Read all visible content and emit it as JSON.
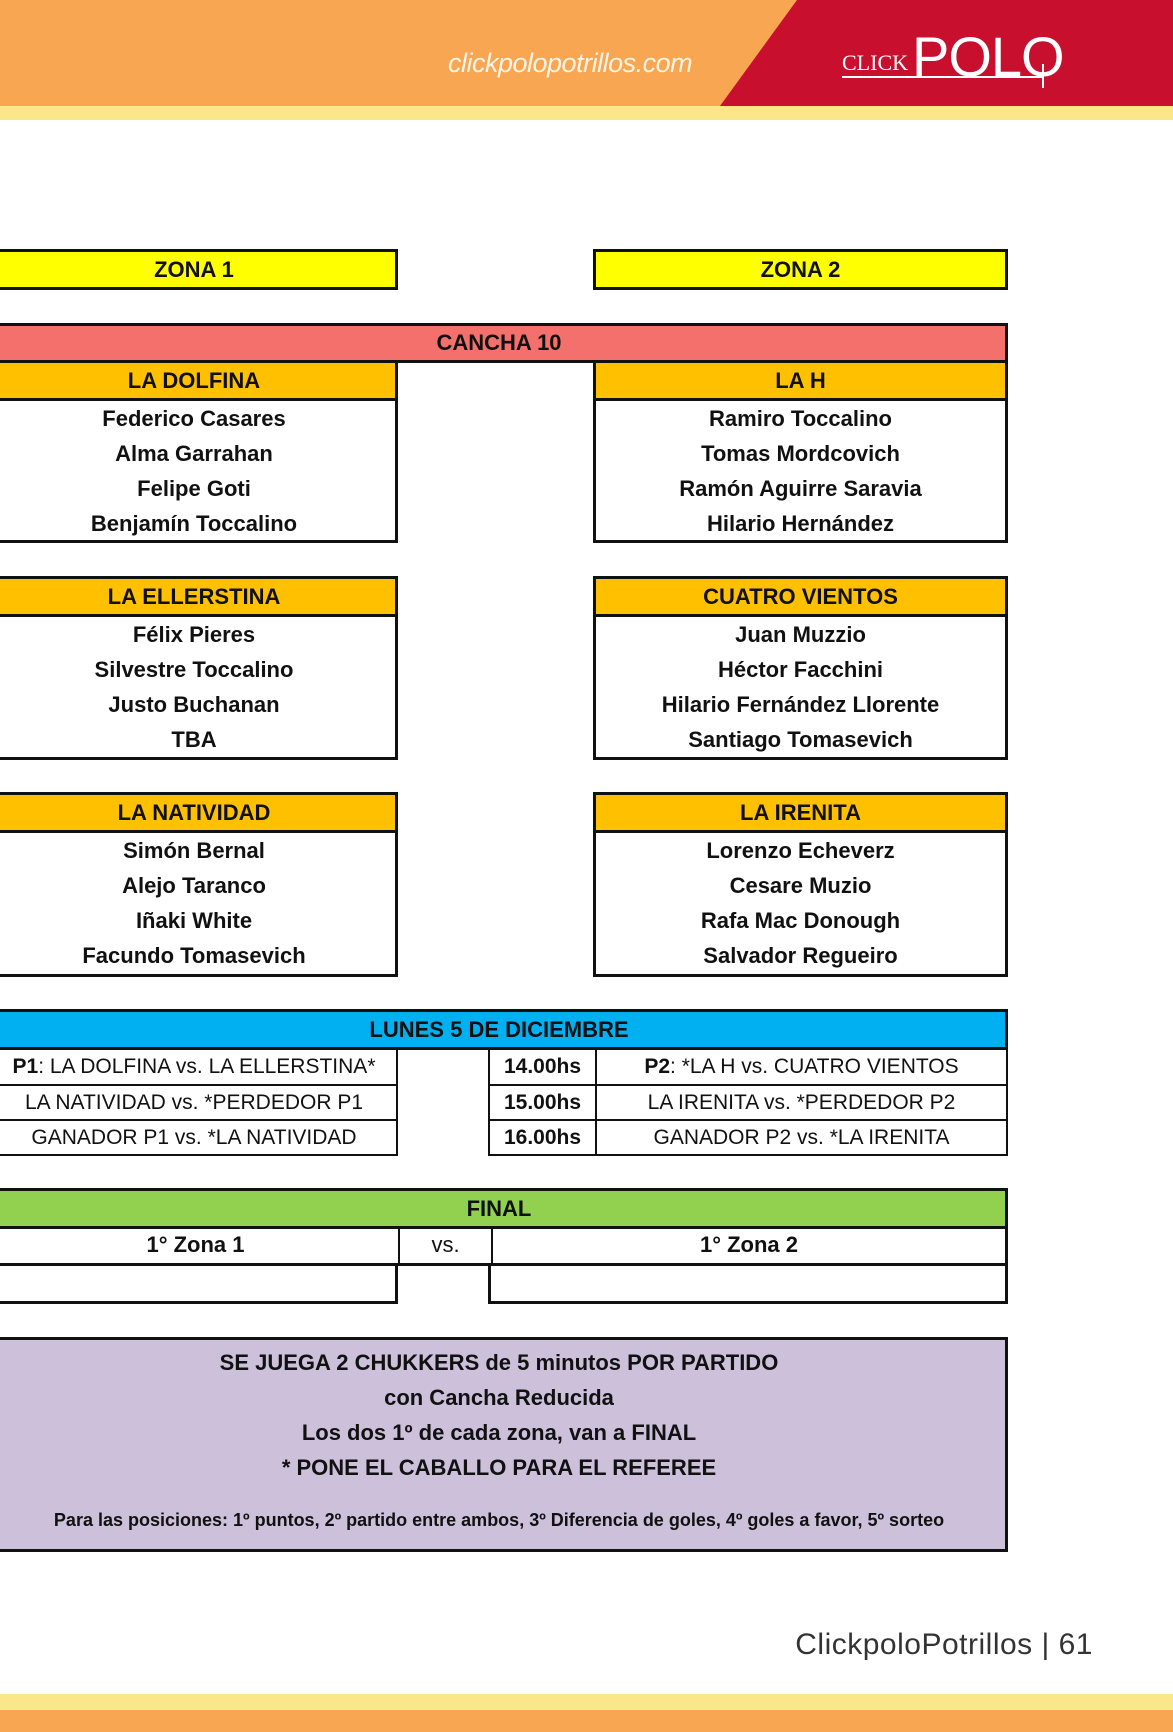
{
  "header": {
    "site_url": "clickpolopotrillos.com",
    "logo_small": "CLICK",
    "logo_big": "POLO",
    "colors": {
      "orange": "#f8a652",
      "red": "#c8102e",
      "yellow_stripe": "#fbe68a"
    }
  },
  "zones": {
    "zone1": "ZONA 1",
    "zone2": "ZONA 2"
  },
  "cancha": "CANCHA  10",
  "teams": {
    "dolfina": {
      "name": "LA DOLFINA",
      "players": [
        "Federico Casares",
        "Alma Garrahan",
        "Felipe Goti",
        "Benjamín Toccalino"
      ]
    },
    "h": {
      "name": "LA  H",
      "players": [
        "Ramiro Toccalino",
        "Tomas Mordcovich",
        "Ramón Aguirre Saravia",
        "Hilario Hernández"
      ]
    },
    "ellerstina": {
      "name": "LA ELLERSTINA",
      "players": [
        "Félix Pieres",
        "Silvestre Toccalino",
        "Justo Buchanan",
        "TBA"
      ]
    },
    "cuatro": {
      "name": "CUATRO VIENTOS",
      "players": [
        "Juan Muzzio",
        "Héctor Facchini",
        "Hilario Fernández Llorente",
        "Santiago Tomasevich"
      ]
    },
    "natividad": {
      "name": "LA NATIVIDAD",
      "players": [
        "Simón Bernal",
        "Alejo Taranco",
        "Iñaki White",
        "Facundo Tomasevich"
      ]
    },
    "irenita": {
      "name": "LA IRENITA",
      "players": [
        "Lorenzo Echeverz",
        "Cesare Muzio",
        "Rafa Mac  Donough",
        "Salvador Regueiro"
      ]
    }
  },
  "schedule": {
    "title": "LUNES 5 DE DICIEMBRE",
    "left": [
      {
        "prefix": "P1",
        "text": ": LA DOLFINA  vs. LA ELLERSTINA*"
      },
      {
        "prefix": "",
        "text": " LA NATIVIDAD  vs. *PERDEDOR P1"
      },
      {
        "prefix": "",
        "text": "GANADOR P1  vs. *LA NATIVIDAD"
      }
    ],
    "times": [
      "14.00hs",
      "15.00hs",
      "16.00hs"
    ],
    "right": [
      {
        "prefix": "P2",
        "text": ": *LA H vs. CUATRO VIENTOS"
      },
      {
        "prefix": "",
        "text": "LA IRENITA vs. *PERDEDOR P2"
      },
      {
        "prefix": "",
        "text": "GANADOR P2  vs. *LA IRENITA"
      }
    ]
  },
  "final": {
    "title": "FINAL",
    "left": "1° Zona 1",
    "vs": "vs.",
    "right": "1° Zona 2",
    "left_result": "",
    "right_result": ""
  },
  "notes": {
    "line1": "SE JUEGA  2 CHUKKERS de 5 minutos POR PARTIDO",
    "line2": "con Cancha Reducida",
    "line3": "Los dos 1º de cada zona, van a FINAL",
    "line4": "* PONE EL CABALLO PARA EL REFEREE",
    "line5": "Para las posiciones: 1º puntos, 2º partido entre ambos, 3º Diferencia de goles, 4º goles a favor, 5º sorteo"
  },
  "footer": {
    "text": "ClickpoloPotrillos | 61"
  }
}
